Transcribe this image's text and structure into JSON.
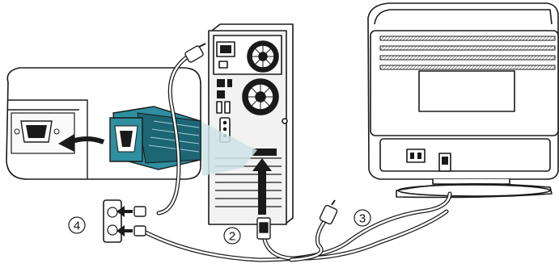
{
  "steps": [
    {
      "label": "2"
    },
    {
      "label": "3"
    },
    {
      "label": "4"
    }
  ],
  "icons": [
    "computer-tower",
    "crt-monitor",
    "vga-connector",
    "power-plug",
    "wall-outlet",
    "insert-arrow"
  ],
  "colors": {
    "line": "#1a1a1a",
    "connector_teal": "#2f8ea0",
    "connector_dark": "#1d6674",
    "zoom_fill": "#cfe3e8",
    "background": "#ffffff"
  }
}
